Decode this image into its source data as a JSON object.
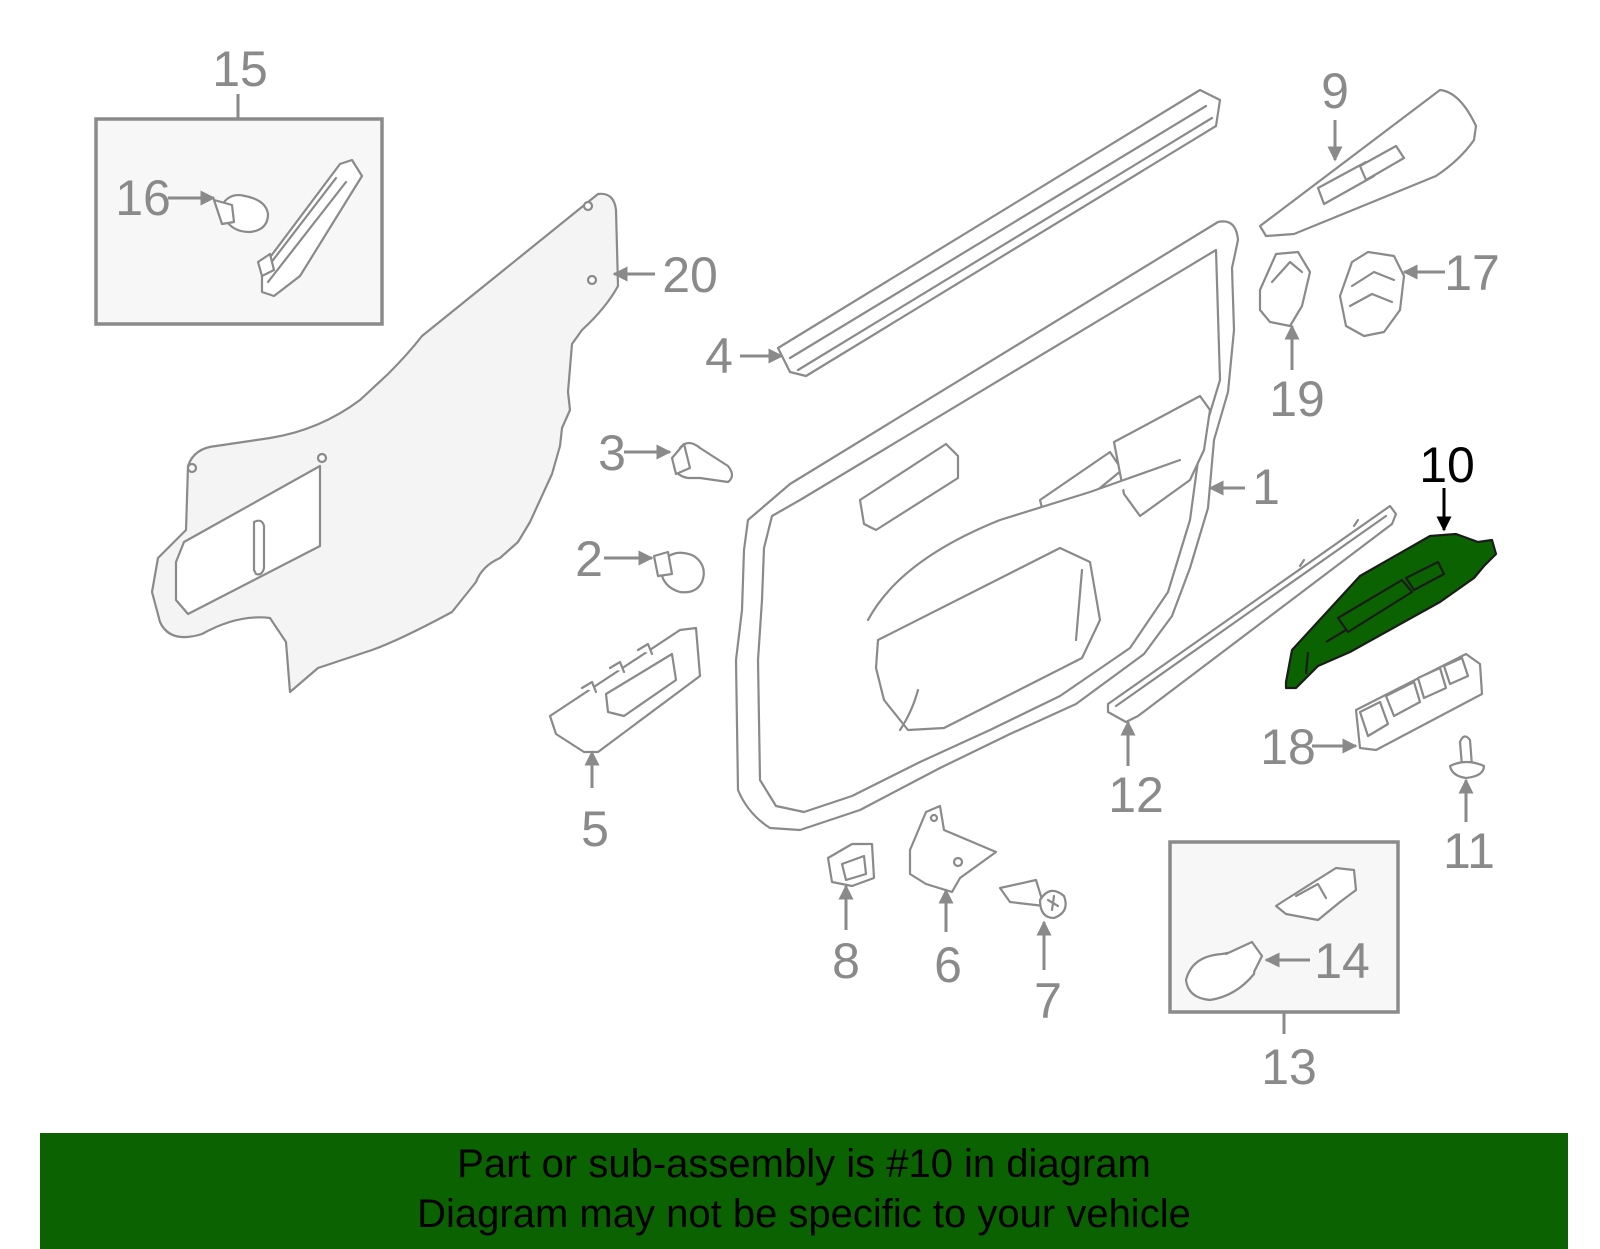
{
  "diagram": {
    "highlight_color": "#0a6300",
    "highlighted_part": "10",
    "callouts": {
      "p1": "1",
      "p2": "2",
      "p3": "3",
      "p4": "4",
      "p5": "5",
      "p6": "6",
      "p7": "7",
      "p8": "8",
      "p9": "9",
      "p10": "10",
      "p11": "11",
      "p12": "12",
      "p13": "13",
      "p14": "14",
      "p15": "15",
      "p16": "16",
      "p17": "17",
      "p18": "18",
      "p19": "19",
      "p20": "20"
    }
  },
  "banner": {
    "line1": "Part or sub-assembly is #10 in diagram",
    "line2": "Diagram may not be specific to your vehicle",
    "background": "#0a6300"
  }
}
